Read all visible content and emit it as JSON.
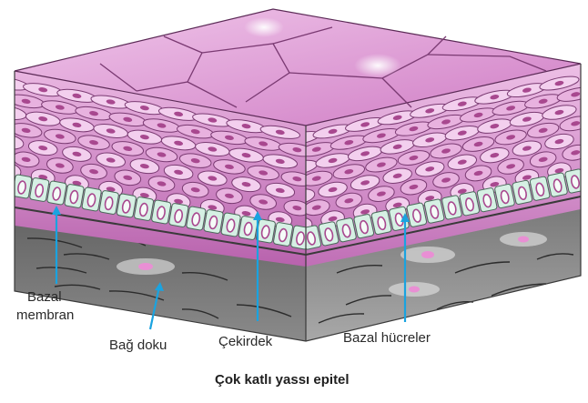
{
  "labels": {
    "bazal_membran_line1": "Bazal",
    "bazal_membran_line2": "membran",
    "bag_doku": "Bağ doku",
    "cekirdek": "Çekirdek",
    "bazal_hucreler": "Bazal hücreler"
  },
  "caption": "Çok katlı yassı epitel",
  "colors": {
    "pointer": "#1aa3e0",
    "surface": "#d98ccf",
    "cell_pink": "#e6a9dd",
    "cell_dark": "#b45aa8",
    "basal_cell": "#d6f0e4",
    "connective": "#6a6a6a"
  }
}
